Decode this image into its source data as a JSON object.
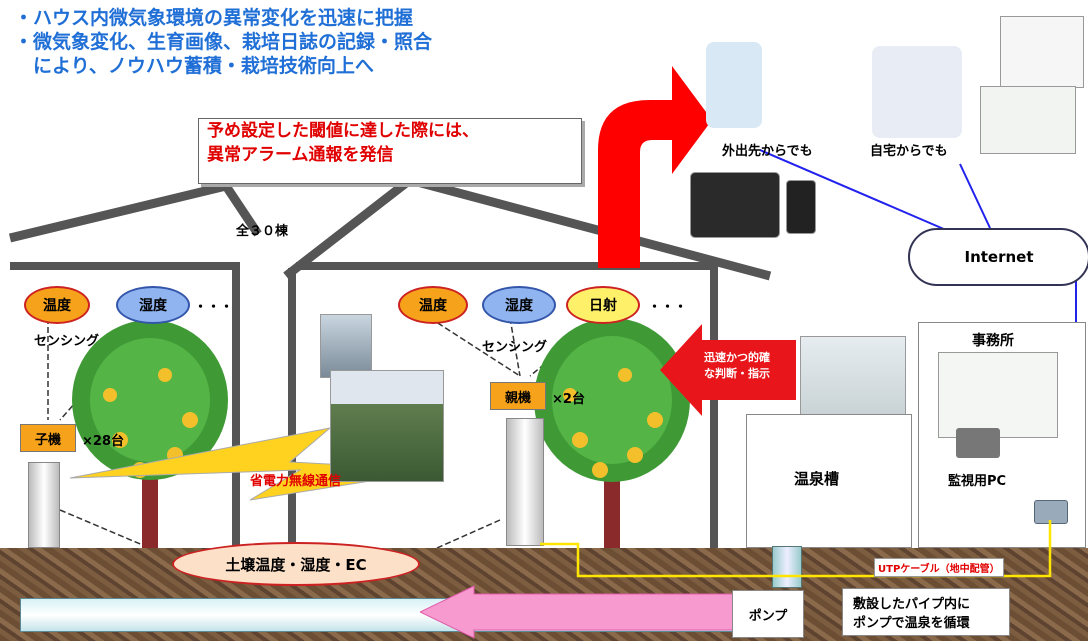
{
  "bullets": [
    "・ハウス内微気象環境の異常変化を迅速に把握",
    "・微気象変化、生育画像、栽培日誌の記録・照合",
    "　により、ノウハウ蓄積・栽培技術向上へ"
  ],
  "alarm_callout": {
    "line1": "予め設定した閾値に達した際には、",
    "line2": "異常アラーム通報を発信"
  },
  "building_count": "全３０棟",
  "left_house": {
    "sensors": [
      "温度",
      "湿度"
    ],
    "ellipsis": "・・・",
    "sensing_label": "センシング",
    "unit_label": "子機",
    "unit_count": "×28台"
  },
  "right_house": {
    "sensors": [
      "温度",
      "湿度",
      "日射"
    ],
    "ellipsis": "・・・",
    "sensing_label": "センシング",
    "unit_label": "親機",
    "unit_count": "×2台"
  },
  "wireless_label": "省電力無線通信",
  "soil_label": "土壌温度・湿度・EC",
  "instruction_arrow": {
    "line1": "迅速かつ的確",
    "line2": "な判断・指示"
  },
  "remote": {
    "outside": "外出先からでも",
    "home": "自宅からでも"
  },
  "internet_label": "Internet",
  "office": {
    "title": "事務所",
    "pc_label": "監視用PC"
  },
  "hot_spring_tank": "温泉槽",
  "utp_cable": "UTPケーブル（地中配管）",
  "pump": {
    "label": "ポンプ",
    "note_line1": "敷設したパイプ内に",
    "note_line2": "ポンプで温泉を循環"
  },
  "colors": {
    "accent_blue": "#1f6fd6",
    "alert_red": "#e00000",
    "unit_orange": "#f7a21b",
    "sensor_blue": "#8fb4f0",
    "sensor_yellow": "#fff06a"
  }
}
